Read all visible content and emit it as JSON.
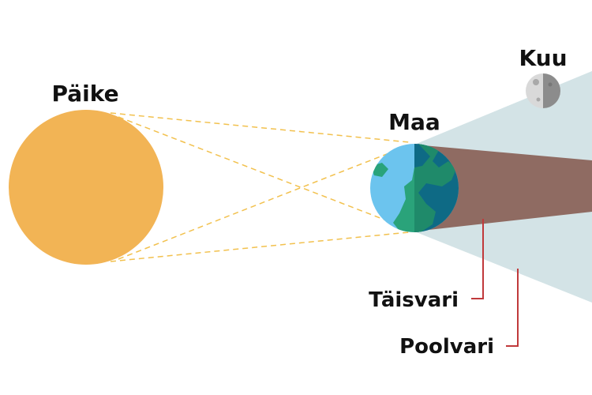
{
  "labels": {
    "sun": "Päike",
    "earth": "Maa",
    "moon": "Kuu",
    "umbra": "Täisvari",
    "penumbra": "Poolvari"
  },
  "colors": {
    "sun": "#f2b455",
    "sun_rays": "#f2c14e",
    "earth_ocean": "#6cc4ee",
    "earth_ocean_night": "#0e6a85",
    "earth_land": "#2aa37a",
    "earth_land_night": "#1f8a6a",
    "umbra": "#8f6b62",
    "penumbra": "#d3e3e6",
    "moon": "#d9d9d9",
    "moon_dark": "#8c8c8c",
    "leader": "#c0393b"
  }
}
